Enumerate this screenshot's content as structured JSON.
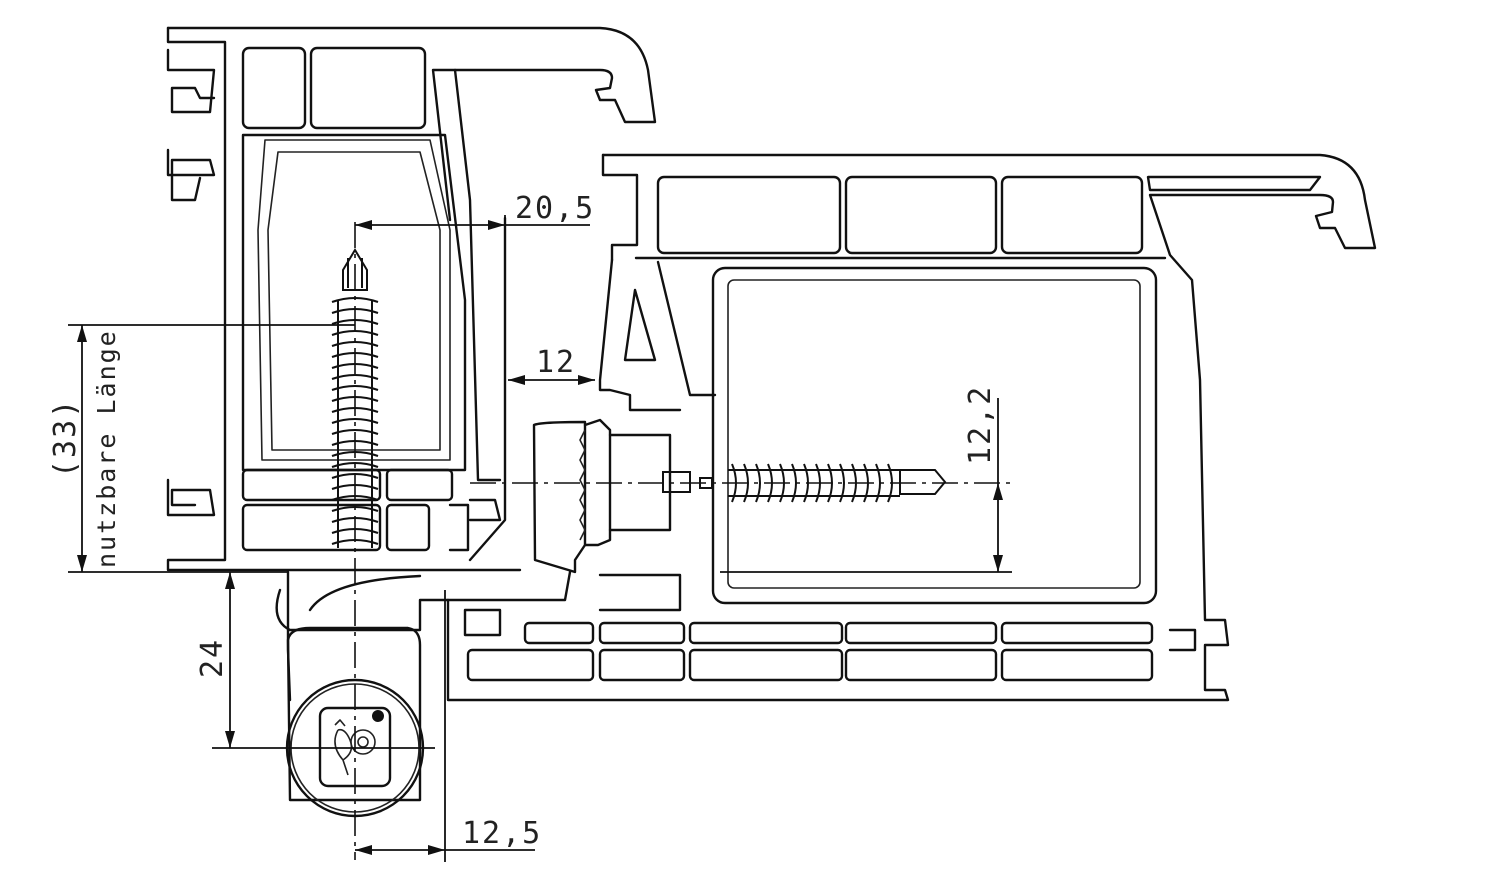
{
  "dimensions": {
    "d_20_5": "20,5",
    "d_12": "12",
    "d_12_2": "12,2",
    "d_33": "(33)",
    "usable_length": "nutzbare Länge",
    "d_24": "24",
    "d_12_5": "12,5"
  },
  "colors": {
    "line": "#111111",
    "background": "#ffffff"
  },
  "icons": {
    "product_logo": "rooster-logo-icon"
  }
}
